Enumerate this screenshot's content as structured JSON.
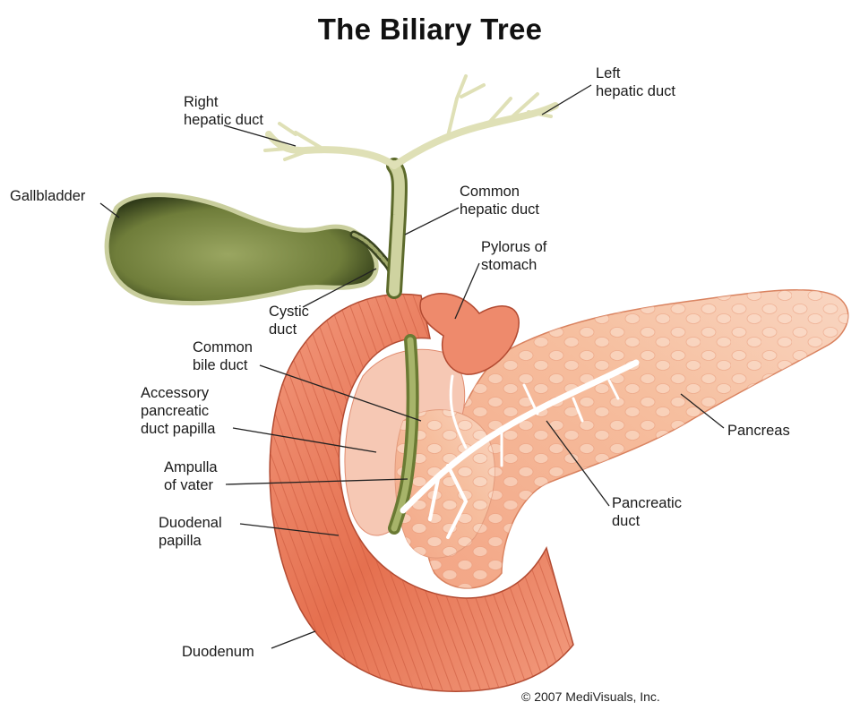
{
  "title": "The Biliary Tree",
  "labels": {
    "right_hepatic_duct": [
      "Right",
      "hepatic duct"
    ],
    "left_hepatic_duct": [
      "Left",
      "hepatic duct"
    ],
    "gallbladder": [
      "Gallbladder"
    ],
    "common_hepatic_duct": [
      "Common",
      "hepatic duct"
    ],
    "pylorus_of_stomach": [
      "Pylorus of",
      "stomach"
    ],
    "cystic_duct": [
      "Cystic",
      "duct"
    ],
    "common_bile_duct": [
      "Common",
      "bile duct"
    ],
    "accessory_pancreatic_duct_papilla": [
      "Accessory",
      "pancreatic",
      "duct papilla"
    ],
    "ampulla_of_vater": [
      "Ampulla",
      "of vater"
    ],
    "duodenal_papilla": [
      "Duodenal",
      "papilla"
    ],
    "duodenum": [
      "Duodenum"
    ],
    "pancreas": [
      "Pancreas"
    ],
    "pancreatic_duct": [
      "Pancreatic",
      "duct"
    ]
  },
  "copyright": "© 2007 MediVisuals, Inc.",
  "colors": {
    "gallbladder_fill": "#8e9a52",
    "gallbladder_dark": "#2f3a18",
    "duct": "#dfe0b6",
    "duodenum": "#e9785a",
    "duodenum_light": "#f6b39b",
    "pancreas": "#f4b08e",
    "pancreas_light": "#f9d3bd",
    "leader": "#222222"
  }
}
